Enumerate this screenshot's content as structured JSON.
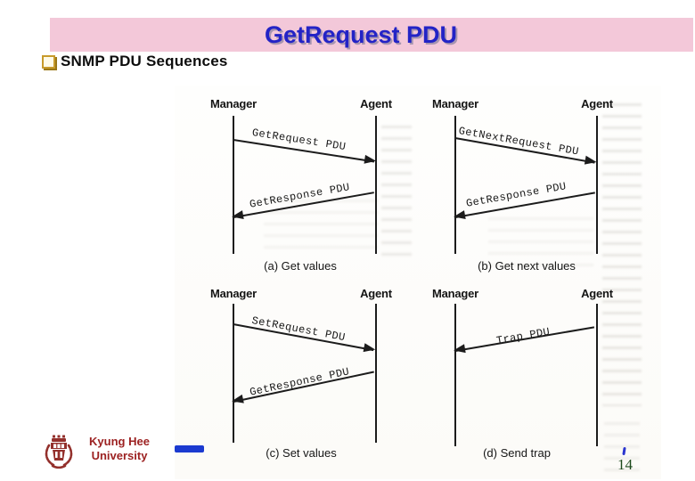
{
  "slide": {
    "title": "GetRequest PDU",
    "heading": "SNMP PDU Sequences",
    "page_number": "14"
  },
  "footer": {
    "institution_line1": "Kyung Hee",
    "institution_line2": "University"
  },
  "colors": {
    "banner_bg": "#f3c8d9",
    "title_text": "#2323c6",
    "bullet_border": "#c89b2b",
    "diagram_ink": "#1c1c1c",
    "institution_text": "#9c2121",
    "accent_bar_blue": "#1b3ad0",
    "page_number_green": "#1d4a1d"
  },
  "diagrams": [
    {
      "caption": "(a) Get values",
      "manager_label": "Manager",
      "agent_label": "Agent",
      "messages": [
        {
          "label": "GetRequest PDU",
          "from": "Manager",
          "to": "Agent"
        },
        {
          "label": "GetResponse PDU",
          "from": "Agent",
          "to": "Manager"
        }
      ]
    },
    {
      "caption": "(b) Get next values",
      "manager_label": "Manager",
      "agent_label": "Agent",
      "messages": [
        {
          "label": "GetNextRequest PDU",
          "from": "Manager",
          "to": "Agent"
        },
        {
          "label": "GetResponse PDU",
          "from": "Agent",
          "to": "Manager"
        }
      ]
    },
    {
      "caption": "(c) Set values",
      "manager_label": "Manager",
      "agent_label": "Agent",
      "messages": [
        {
          "label": "SetRequest PDU",
          "from": "Manager",
          "to": "Agent"
        },
        {
          "label": "GetResponse PDU",
          "from": "Agent",
          "to": "Manager"
        }
      ]
    },
    {
      "caption": "(d) Send trap",
      "manager_label": "Manager",
      "agent_label": "Agent",
      "messages": [
        {
          "label": "Trap PDU",
          "from": "Agent",
          "to": "Manager"
        }
      ]
    }
  ]
}
